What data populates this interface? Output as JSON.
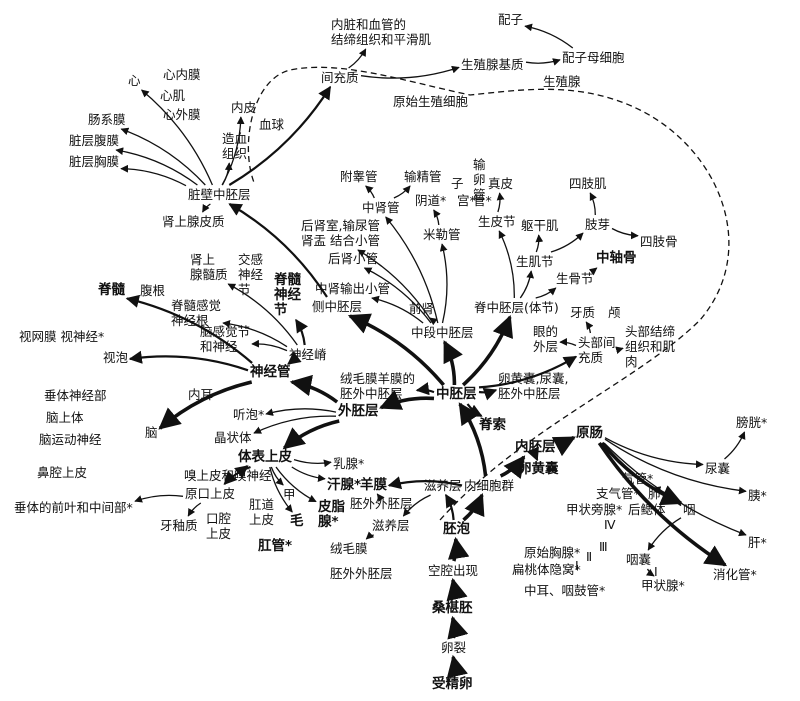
{
  "nodes": [
    {
      "id": "n1",
      "text": "受精卵",
      "bold": true
    },
    {
      "id": "n2",
      "text": "卵裂"
    },
    {
      "id": "n3",
      "text": "桑椹胚",
      "bold": true
    },
    {
      "id": "n4",
      "text": "空腔出现"
    },
    {
      "id": "n5",
      "text": "胚泡",
      "bold": true
    },
    {
      "id": "n6",
      "text": "滋养层"
    },
    {
      "id": "n7",
      "text": "内细胞群"
    },
    {
      "id": "n8",
      "text": "中胚层",
      "bold": true
    },
    {
      "id": "n9",
      "text": "内胚层",
      "bold": true
    },
    {
      "id": "n10",
      "text": "羊膜",
      "bold": true
    },
    {
      "id": "n11",
      "text": "胚外外胚层"
    },
    {
      "id": "n12",
      "text": "滋养层"
    },
    {
      "id": "n13",
      "text": "绒毛膜"
    },
    {
      "id": "n14",
      "text": "胚外外胚层"
    },
    {
      "id": "n15",
      "text": "绒毛膜羊膜的\n胚外中胚层"
    },
    {
      "id": "n16",
      "text": "外胚层",
      "bold": true
    },
    {
      "id": "n17",
      "text": "卵黄囊,尿囊,\n胚外中胚层"
    },
    {
      "id": "n18",
      "text": "脊索",
      "bold": true
    },
    {
      "id": "n19",
      "text": "卵黄囊",
      "bold": true
    },
    {
      "id": "n20",
      "text": "原肠",
      "bold": true
    },
    {
      "id": "n21",
      "text": "膀胱*"
    },
    {
      "id": "n22",
      "text": "尿囊"
    },
    {
      "id": "n23",
      "text": "胰*"
    },
    {
      "id": "n24",
      "text": "肝*"
    },
    {
      "id": "n25",
      "text": "消化管*"
    },
    {
      "id": "n26",
      "text": "气管*"
    },
    {
      "id": "n27",
      "text": "支气管*"
    },
    {
      "id": "n28",
      "text": "肺"
    },
    {
      "id": "n29",
      "text": "甲状旁腺*"
    },
    {
      "id": "n30",
      "text": "后鳃体"
    },
    {
      "id": "n31",
      "text": "咽"
    },
    {
      "id": "n32",
      "text": "咽囊"
    },
    {
      "id": "n33",
      "text": "原始胸腺*"
    },
    {
      "id": "n34",
      "text": "扁桃体隐窝*"
    },
    {
      "id": "n35",
      "text": "中耳、咽鼓管*"
    },
    {
      "id": "n36",
      "text": "甲状腺*"
    },
    {
      "id": "n37",
      "text": "Ⅳ"
    },
    {
      "id": "n38",
      "text": "Ⅲ"
    },
    {
      "id": "n39",
      "text": "Ⅱ"
    },
    {
      "id": "n40",
      "text": "Ⅰ"
    },
    {
      "id": "n41",
      "text": "Ⅰ"
    },
    {
      "id": "n42",
      "text": "中段中胚层"
    },
    {
      "id": "n43",
      "text": "脊中胚层(体节)"
    },
    {
      "id": "n44",
      "text": "侧中胚层"
    },
    {
      "id": "n45",
      "text": "前肾"
    },
    {
      "id": "n46",
      "text": "中肾输出小管"
    },
    {
      "id": "n47",
      "text": "后肾小管"
    },
    {
      "id": "n48",
      "text": "后肾室,输尿管\n肾盂 结合小管"
    },
    {
      "id": "n49",
      "text": "米勒管"
    },
    {
      "id": "n50",
      "text": "中肾管"
    },
    {
      "id": "n51",
      "text": "附睾管"
    },
    {
      "id": "n52",
      "text": "输精管"
    },
    {
      "id": "n53",
      "text": "阴道*"
    },
    {
      "id": "n54",
      "text": "宫*"
    },
    {
      "id": "n55",
      "text": "管*"
    },
    {
      "id": "n56",
      "text": "子"
    },
    {
      "id": "n57",
      "text": "输\n卵\n管"
    },
    {
      "id": "n58",
      "text": "真皮"
    },
    {
      "id": "n59",
      "text": "生皮节"
    },
    {
      "id": "n60",
      "text": "生肌节"
    },
    {
      "id": "n61",
      "text": "生骨节"
    },
    {
      "id": "n62",
      "text": "中轴骨",
      "bold": true
    },
    {
      "id": "n63",
      "text": "躯干肌"
    },
    {
      "id": "n64",
      "text": "肢芽"
    },
    {
      "id": "n65",
      "text": "四肢肌"
    },
    {
      "id": "n66",
      "text": "四肢骨"
    },
    {
      "id": "n67",
      "text": "牙质"
    },
    {
      "id": "n68",
      "text": "颅"
    },
    {
      "id": "n69",
      "text": "眼的\n外层"
    },
    {
      "id": "n70",
      "text": "头部间\n充质"
    },
    {
      "id": "n71",
      "text": "头部结缔\n组织和肌\n肉"
    },
    {
      "id": "n72",
      "text": "脏壁中胚层"
    },
    {
      "id": "n73",
      "text": "肾上腺皮质"
    },
    {
      "id": "n74",
      "text": "造血\n组织"
    },
    {
      "id": "n75",
      "text": "血球"
    },
    {
      "id": "n76",
      "text": "内皮"
    },
    {
      "id": "n77",
      "text": "心"
    },
    {
      "id": "n78",
      "text": "心内膜"
    },
    {
      "id": "n79",
      "text": "心肌"
    },
    {
      "id": "n80",
      "text": "心外膜"
    },
    {
      "id": "n81",
      "text": "肠系膜"
    },
    {
      "id": "n82",
      "text": "脏层腹膜"
    },
    {
      "id": "n83",
      "text": "脏层胸膜"
    },
    {
      "id": "n84",
      "text": "间充质"
    },
    {
      "id": "n85",
      "text": "内脏和血管的\n结缔组织和平滑肌"
    },
    {
      "id": "n86",
      "text": "生殖腺基质"
    },
    {
      "id": "n87",
      "text": "原始生殖细胞"
    },
    {
      "id": "n88",
      "text": "配子"
    },
    {
      "id": "n89",
      "text": "配子母细胞"
    },
    {
      "id": "n90",
      "text": "生殖腺"
    },
    {
      "id": "n91",
      "text": "体表上皮",
      "bold": true
    },
    {
      "id": "n92",
      "text": "乳腺*"
    },
    {
      "id": "n93",
      "text": "汗腺*",
      "bold": true
    },
    {
      "id": "n94",
      "text": "皮脂\n腺*",
      "bold": true
    },
    {
      "id": "n95",
      "text": "毛",
      "bold": true
    },
    {
      "id": "n96",
      "text": "甲"
    },
    {
      "id": "n97",
      "text": "原口上皮"
    },
    {
      "id": "n98",
      "text": "牙釉质"
    },
    {
      "id": "n99",
      "text": "口腔\n上皮"
    },
    {
      "id": "n100",
      "text": "肛道\n上皮"
    },
    {
      "id": "n101",
      "text": "肛管*",
      "bold": true
    },
    {
      "id": "n102",
      "text": "垂体的前叶和中间部*"
    },
    {
      "id": "n103",
      "text": "嗅上皮和嗅神经"
    },
    {
      "id": "n104",
      "text": "鼻腔上皮"
    },
    {
      "id": "n105",
      "text": "晶状体"
    },
    {
      "id": "n106",
      "text": "听泡*"
    },
    {
      "id": "n107",
      "text": "内耳"
    },
    {
      "id": "n108",
      "text": "脑"
    },
    {
      "id": "n109",
      "text": "脑运动神经"
    },
    {
      "id": "n110",
      "text": "脑上体"
    },
    {
      "id": "n111",
      "text": "垂体神经部"
    },
    {
      "id": "n112",
      "text": "视泡"
    },
    {
      "id": "n113",
      "text": "视网膜 视神经*"
    },
    {
      "id": "n114",
      "text": "神经管",
      "bold": true
    },
    {
      "id": "n115",
      "text": "神经嵴"
    },
    {
      "id": "n116",
      "text": "脑感觉节\n和神经"
    },
    {
      "id": "n117",
      "text": "脊髓感觉\n神经根"
    },
    {
      "id": "n118",
      "text": "腹根"
    },
    {
      "id": "n119",
      "text": "脊髓",
      "bold": true
    },
    {
      "id": "n120",
      "text": "脊髓\n神经\n节",
      "bold": true
    },
    {
      "id": "n121",
      "text": "肾上\n腺髓质"
    },
    {
      "id": "n122",
      "text": "交感\n神经\n节"
    }
  ],
  "edges": [
    {
      "from": "n1",
      "to": "n2"
    },
    {
      "from": "n2",
      "to": "n3"
    },
    {
      "from": "n3",
      "to": "n4"
    },
    {
      "from": "n4",
      "to": "n5"
    },
    {
      "from": "n5",
      "to": "n6"
    },
    {
      "from": "n5",
      "to": "n7"
    },
    {
      "from": "n7",
      "to": "n8"
    },
    {
      "from": "n7",
      "to": "n9"
    },
    {
      "from": "n7",
      "to": "n10"
    },
    {
      "from": "n10",
      "to": "n11"
    },
    {
      "from": "n6",
      "to": "n12"
    },
    {
      "from": "n12",
      "to": "n13"
    },
    {
      "from": "n8",
      "to": "n15"
    },
    {
      "from": "n8",
      "to": "n17"
    },
    {
      "from": "n8",
      "to": "n18"
    },
    {
      "from": "n8",
      "to": "n16"
    },
    {
      "from": "n9",
      "to": "n19"
    },
    {
      "from": "n9",
      "to": "n20"
    },
    {
      "from": "n20",
      "to": "n22"
    },
    {
      "from": "n22",
      "to": "n21"
    },
    {
      "from": "n20",
      "to": "n23"
    },
    {
      "from": "n20",
      "to": "n24"
    },
    {
      "from": "n20",
      "to": "n25"
    },
    {
      "from": "n20",
      "to": "n31"
    },
    {
      "from": "n31",
      "to": "n26"
    },
    {
      "from": "n31",
      "to": "n28"
    },
    {
      "from": "n31",
      "to": "n32"
    },
    {
      "from": "n32",
      "to": "n36"
    },
    {
      "from": "n8",
      "to": "n42"
    },
    {
      "from": "n8",
      "to": "n43"
    },
    {
      "from": "n8",
      "to": "n44"
    },
    {
      "from": "n42",
      "to": "n45"
    },
    {
      "from": "n42",
      "to": "n46"
    },
    {
      "from": "n42",
      "to": "n47"
    },
    {
      "from": "n42",
      "to": "n48"
    },
    {
      "from": "n42",
      "to": "n49"
    },
    {
      "from": "n42",
      "to": "n50"
    },
    {
      "from": "n50",
      "to": "n51"
    },
    {
      "from": "n50",
      "to": "n52"
    },
    {
      "from": "n49",
      "to": "n53"
    },
    {
      "from": "n43",
      "to": "n59"
    },
    {
      "from": "n43",
      "to": "n60"
    },
    {
      "from": "n43",
      "to": "n61"
    },
    {
      "from": "n59",
      "to": "n58"
    },
    {
      "from": "n60",
      "to": "n63"
    },
    {
      "from": "n60",
      "to": "n64"
    },
    {
      "from": "n64",
      "to": "n65"
    },
    {
      "from": "n64",
      "to": "n66"
    },
    {
      "from": "n61",
      "to": "n62"
    },
    {
      "from": "n8",
      "to": "n70"
    },
    {
      "from": "n70",
      "to": "n69"
    },
    {
      "from": "n70",
      "to": "n67"
    },
    {
      "from": "n70",
      "to": "n71"
    },
    {
      "from": "n44",
      "to": "n72"
    },
    {
      "from": "n72",
      "to": "n73"
    },
    {
      "from": "n72",
      "to": "n74"
    },
    {
      "from": "n72",
      "to": "n76"
    },
    {
      "from": "n72",
      "to": "n77"
    },
    {
      "from": "n72",
      "to": "n81"
    },
    {
      "from": "n72",
      "to": "n82"
    },
    {
      "from": "n72",
      "to": "n83"
    },
    {
      "from": "n72",
      "to": "n84"
    },
    {
      "from": "n84",
      "to": "n85"
    },
    {
      "from": "n84",
      "to": "n86"
    },
    {
      "from": "n86",
      "to": "n89"
    },
    {
      "from": "n89",
      "to": "n88"
    },
    {
      "from": "n16",
      "to": "n91"
    },
    {
      "from": "n16",
      "to": "n114"
    },
    {
      "from": "n16",
      "to": "n105"
    },
    {
      "from": "n16",
      "to": "n106"
    },
    {
      "from": "n91",
      "to": "n92"
    },
    {
      "from": "n91",
      "to": "n93"
    },
    {
      "from": "n91",
      "to": "n94"
    },
    {
      "from": "n91",
      "to": "n95"
    },
    {
      "from": "n91",
      "to": "n96"
    },
    {
      "from": "n91",
      "to": "n97"
    },
    {
      "from": "n91",
      "to": "n103"
    },
    {
      "from": "n97",
      "to": "n102"
    },
    {
      "from": "n97",
      "to": "n98"
    },
    {
      "from": "n114",
      "to": "n108"
    },
    {
      "from": "n114",
      "to": "n112"
    },
    {
      "from": "n114",
      "to": "n119"
    },
    {
      "from": "n114",
      "to": "n115"
    },
    {
      "from": "n115",
      "to": "n117"
    },
    {
      "from": "n115",
      "to": "n120"
    },
    {
      "from": "n115",
      "to": "n121"
    },
    {
      "from": "n115",
      "to": "n116"
    }
  ]
}
